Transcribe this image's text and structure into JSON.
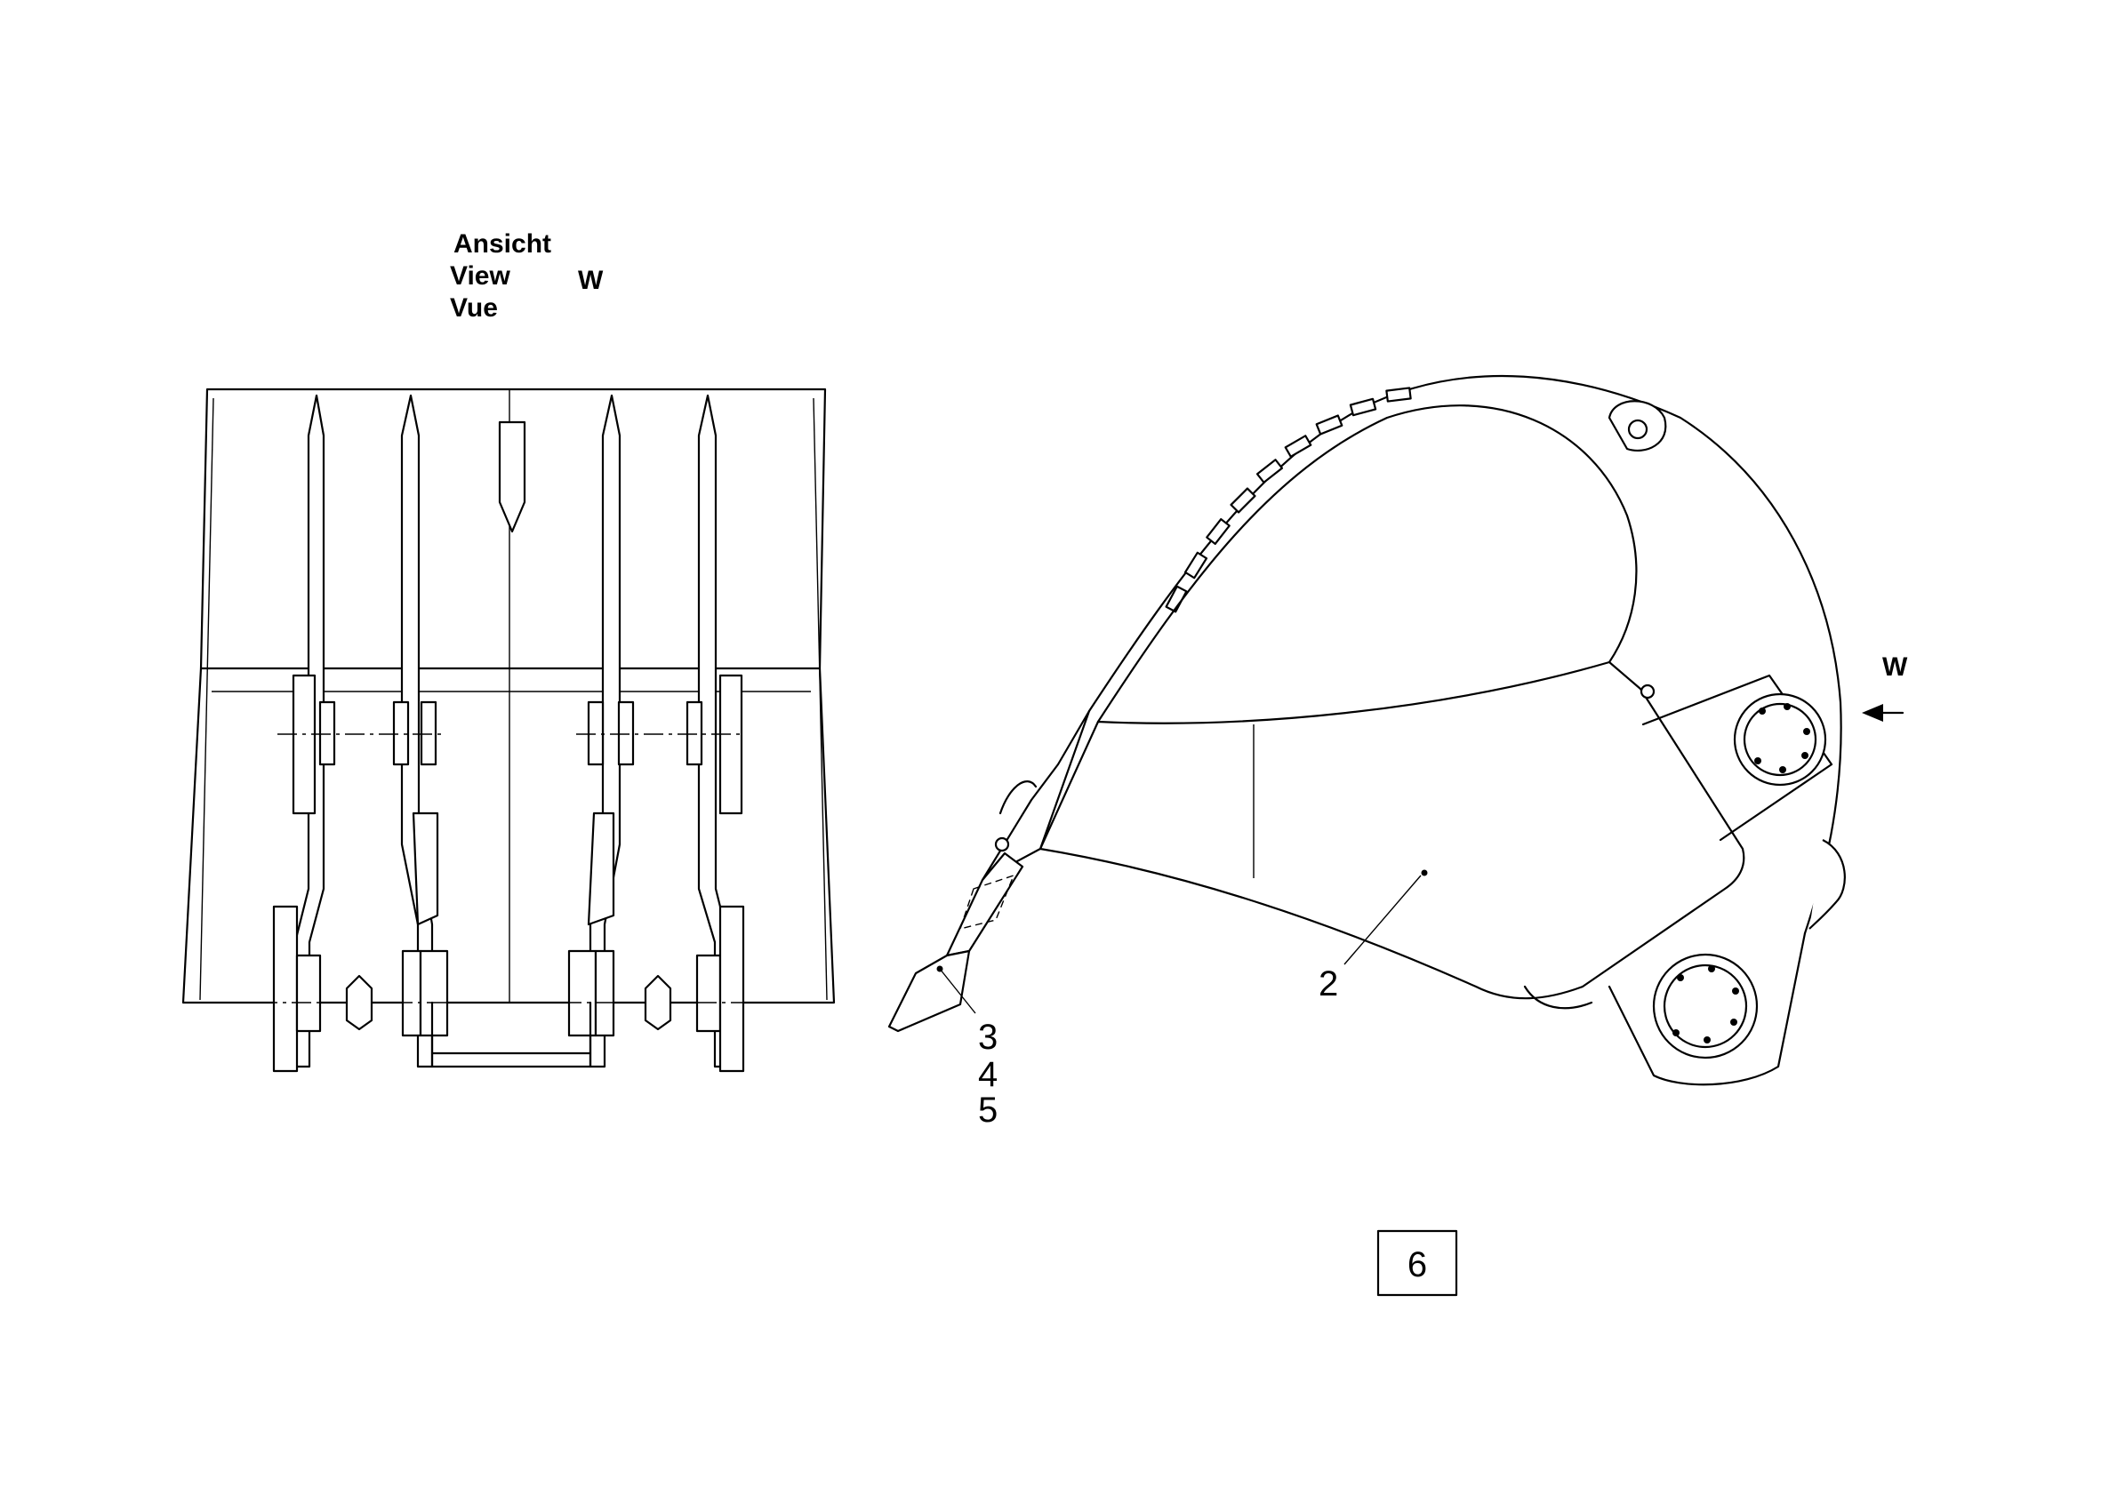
{
  "view_label": {
    "line1": "Ansicht",
    "line2": "View",
    "line3": "Vue",
    "letter": "W"
  },
  "arrow_label": "W",
  "callouts": {
    "body": "2",
    "tooth_a": "3",
    "tooth_b": "4",
    "tooth_c": "5"
  },
  "figure_number": "6"
}
